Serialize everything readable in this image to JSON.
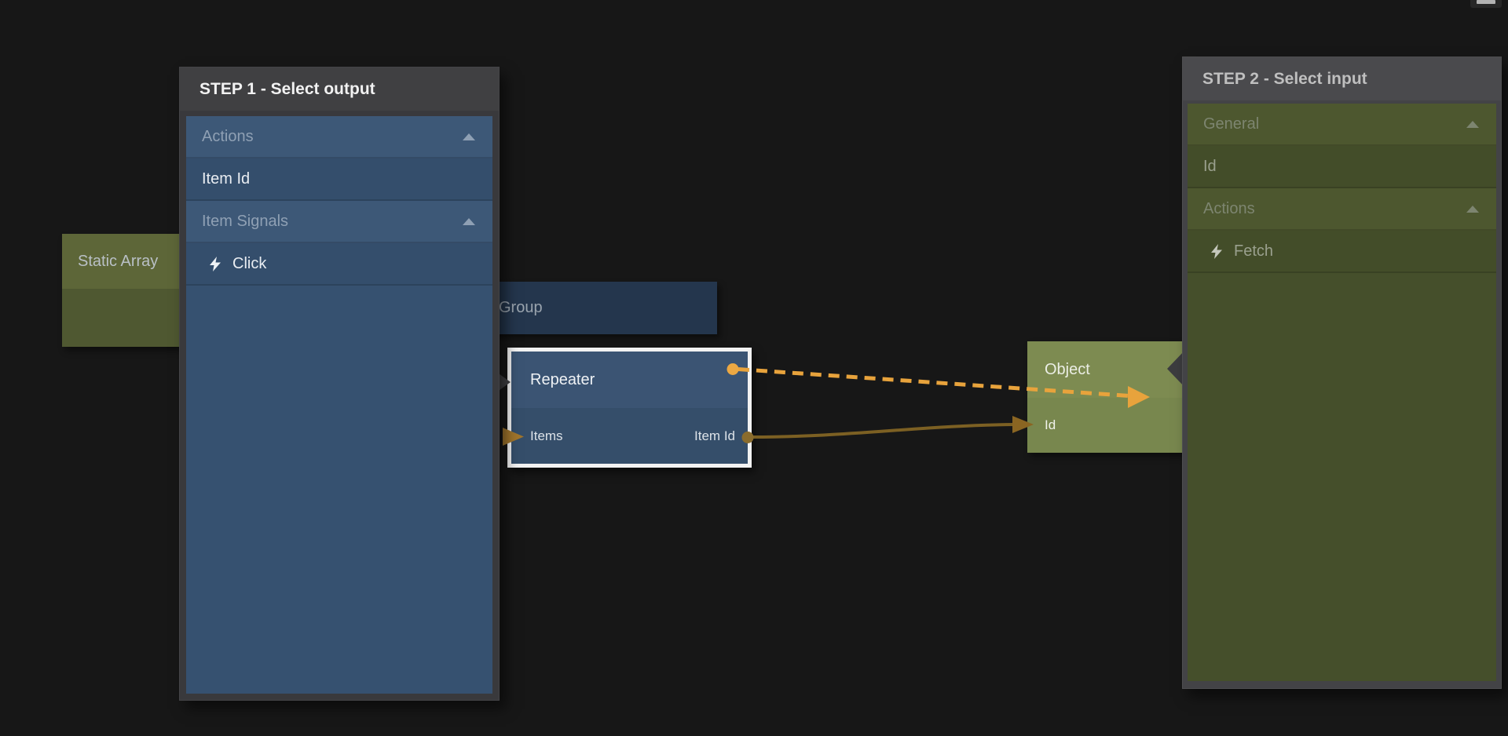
{
  "panels": {
    "step1": {
      "title": "STEP 1 - Select output",
      "items": [
        {
          "label": "Actions",
          "type": "category",
          "collapse_icon": "collapse-arrow-icon"
        },
        {
          "label": "Item Id",
          "type": "item"
        },
        {
          "label": "Item Signals",
          "type": "category",
          "collapse_icon": "collapse-arrow-icon"
        },
        {
          "label": "Click",
          "type": "signal",
          "icon": "lightning-icon"
        }
      ]
    },
    "step2": {
      "title": "STEP 2 - Select input",
      "items": [
        {
          "label": "General",
          "type": "category",
          "collapse_icon": "collapse-arrow-icon"
        },
        {
          "label": "Id",
          "type": "item"
        },
        {
          "label": "Actions",
          "type": "category",
          "collapse_icon": "collapse-arrow-icon"
        },
        {
          "label": "Fetch",
          "type": "signal",
          "icon": "lightning-icon"
        }
      ]
    }
  },
  "nodes": {
    "static_array": {
      "title": "Static Array"
    },
    "group": {
      "title": "Group"
    },
    "repeater": {
      "title": "Repeater",
      "input_port": "Items",
      "output_port": "Item Id"
    },
    "object": {
      "title": "Object",
      "input_port": "Id"
    }
  },
  "connections": [
    {
      "from": "Repeater",
      "to": "Object",
      "style": "dashed",
      "color": "#e8a33c"
    },
    {
      "from": "Item Id",
      "to": "Object.Id",
      "style": "solid",
      "color": "#7c6023"
    }
  ],
  "colors": {
    "background": "#171717",
    "accent_orange": "#e8a33c",
    "connection_gold": "#7c6023",
    "step1_body": "#365170",
    "step2_body": "#454f2b",
    "node_blue": "#3b5473",
    "node_olive": "#7d8b51",
    "node_dark_navy": "#24364d",
    "node_dark_olive": "#5d6638",
    "selection_border": "#f2f2f2"
  }
}
